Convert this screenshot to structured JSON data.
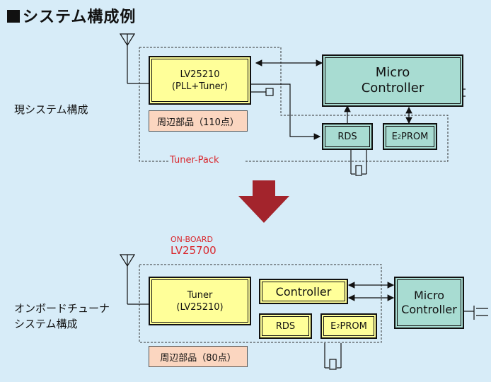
{
  "title": "システム構成例",
  "current": {
    "label": "現システム構成",
    "tuner_chip_line1": "LV25210",
    "tuner_chip_line2": "(PLL+Tuner)",
    "peripherals": "周辺部品（110点）",
    "micro_line1": "Micro",
    "micro_line2": "Controller",
    "rds": "RDS",
    "eeprom_prefix": "E",
    "eeprom_sup": "2",
    "eeprom_suffix": "PROM",
    "tuner_pack": "Tuner-Pack"
  },
  "onboard": {
    "label_line1": "オンボードチューナ",
    "label_line2": "システム構成",
    "module_line1": "ON-BOARD",
    "module_line2": "LV25700",
    "tuner_line1": "Tuner",
    "tuner_line2": "(LV25210)",
    "controller": "Controller",
    "rds": "RDS",
    "eeprom_prefix": "E",
    "eeprom_sup": "2",
    "eeprom_suffix": "PROM",
    "peripherals": "周辺部品（80点）",
    "micro_line1": "Micro",
    "micro_line2": "Controller"
  },
  "colors": {
    "background": "#d7ecf8",
    "chip_yellow": "#ffff99",
    "controller_teal": "#a8dcd2",
    "peripheral_peach": "#fbd6c0",
    "arrow_red": "#a3242c",
    "label_red": "#d9262c"
  }
}
